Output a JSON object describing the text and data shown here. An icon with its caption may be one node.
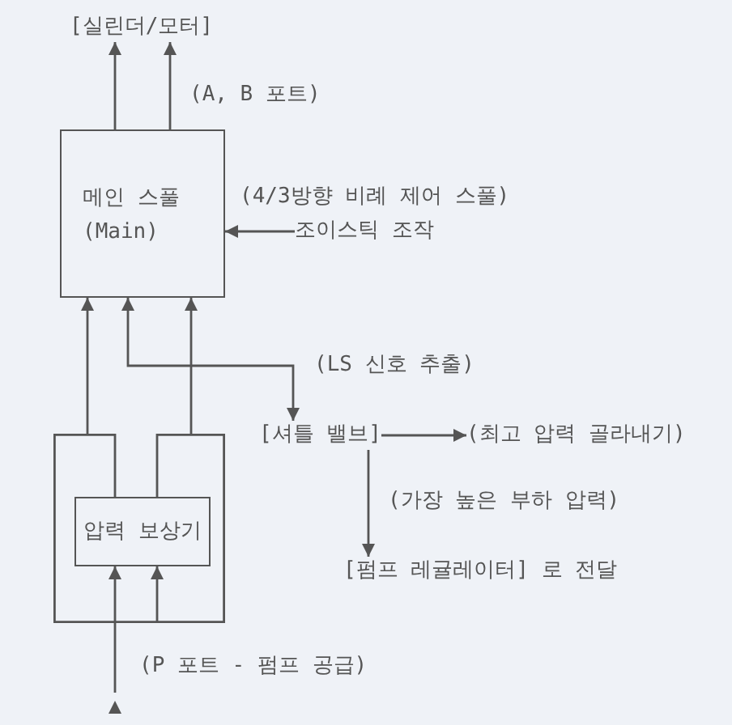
{
  "diagram": {
    "nodes": [
      {
        "text": [
          "[실린더/모터]"
        ]
      },
      {
        "text": [
          "메인 스풀",
          "(Main)"
        ],
        "beside": [
          "(4/3방향 비례 제어 스풀)"
        ]
      },
      {
        "text": [
          "조이스틱 조작"
        ]
      },
      {
        "text": [
          "[셔틀 밸브]"
        ]
      },
      {
        "text": [
          "(최고 압력 골라내기)"
        ]
      },
      {
        "text": [
          "[펌프 레귤레이터] 로 전달"
        ]
      },
      {
        "text": [],
        "shape": "box"
      },
      {
        "text": [
          "압력 보상기"
        ],
        "in": 6
      }
    ],
    "edges": [
      {
        "from": 1,
        "to": 0,
        "arrow": "to"
      },
      {
        "from": 1,
        "to": 0,
        "arrow": "to",
        "label": "(A, B 포트)"
      },
      {
        "from": 2,
        "to": 1,
        "arrow": "to"
      },
      {
        "from": 6,
        "to": 1,
        "arrow": "to"
      },
      {
        "from": 1,
        "to": 3,
        "arrow": "both",
        "label": "(LS 신호 추출)"
      },
      {
        "from": 6,
        "to": 1,
        "arrow": "to"
      },
      {
        "from": 3,
        "to": 4,
        "arrow": "to"
      },
      {
        "from": 3,
        "to": 5,
        "arrow": "to",
        "label": "(가장 높은 부하 압력)"
      },
      {
        "from": 6,
        "to": 7,
        "arrow": "none"
      },
      {
        "from": 6,
        "to": 7,
        "arrow": "none"
      },
      {
        "from": 6,
        "to": 7,
        "arrow": "to"
      },
      {
        "from": null,
        "to": 7,
        "arrow": "to",
        "label": "(P 포트 - 펌프 공급)"
      }
    ]
  }
}
